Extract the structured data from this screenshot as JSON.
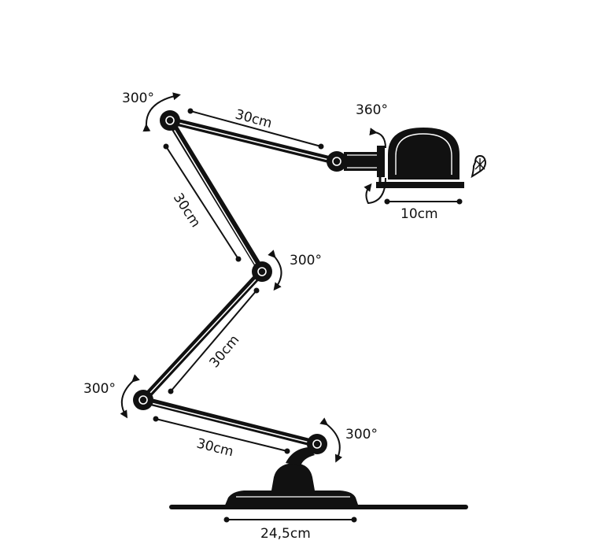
{
  "diagram": {
    "ink_color": "#111111",
    "background": "#ffffff",
    "labels": {
      "arm_top": "30cm",
      "arm_upper": "30cm",
      "arm_middle": "30cm",
      "arm_lower": "30cm",
      "shade_width": "10cm",
      "base_width": "24,5cm",
      "rot_top_joint": "300°",
      "rot_middle_joint": "300°",
      "rot_lower_joint": "300°",
      "rot_base_joint": "300°",
      "rot_shade": "360°"
    },
    "icons": {
      "bulb_badge": "bulb-icon"
    }
  }
}
